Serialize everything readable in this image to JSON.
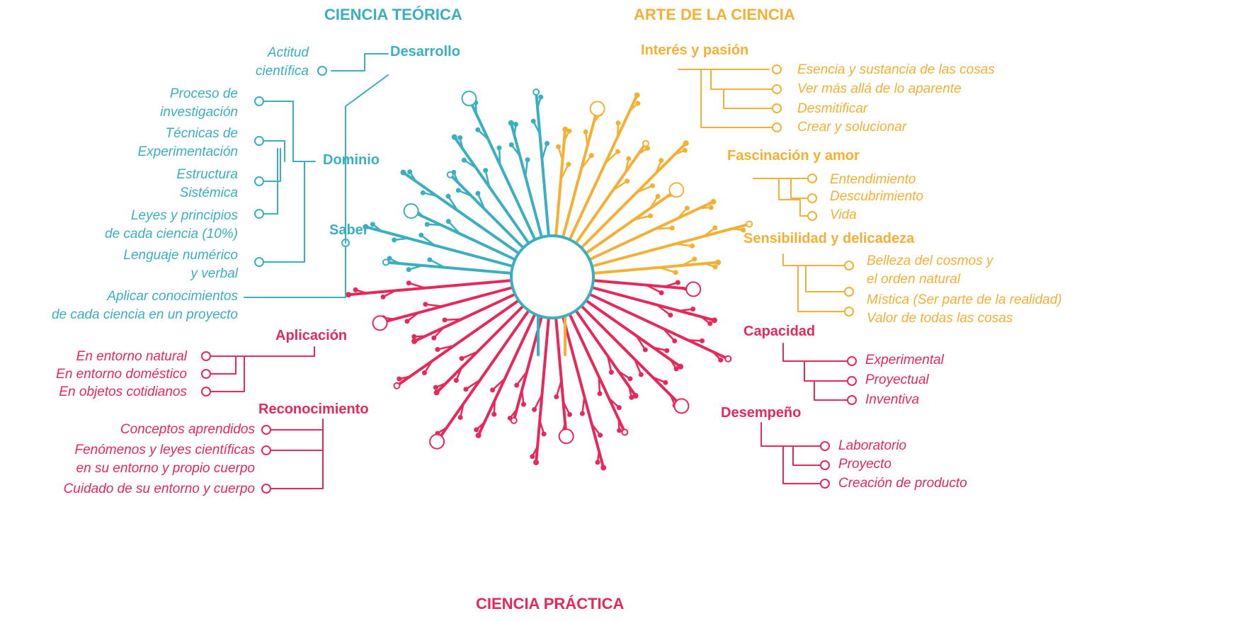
{
  "colors": {
    "teal": "#3aafbf",
    "orange": "#f3b035",
    "red": "#e6285a"
  },
  "titles": {
    "top_left": "CIENCIA TEÓRICA",
    "top_right": "ARTE DE LA CIENCIA",
    "bottom": "CIENCIA PRÁCTICA"
  },
  "teorica": {
    "categories": [
      "Desarrollo",
      "Dominio",
      "Saber"
    ],
    "items": [
      [
        "Actitud",
        "científica"
      ],
      [
        "Proceso de",
        "investigación"
      ],
      [
        "Técnicas de",
        "Experimentación"
      ],
      [
        "Estructura",
        "Sistémica"
      ],
      [
        "Leyes y principios",
        "de cada ciencia (10%)"
      ],
      [
        "Lenguaje numérico",
        "y verbal"
      ],
      [
        "Aplicar conocimientos",
        "de cada ciencia en un proyecto"
      ]
    ]
  },
  "arte": {
    "groups": [
      {
        "title": "Interés y pasión",
        "items": [
          [
            "Esencia y sustancia de las cosas"
          ],
          [
            "Ver más allá de lo aparente"
          ],
          [
            "Desmitificar"
          ],
          [
            "Crear y solucionar"
          ]
        ]
      },
      {
        "title": "Fascinación y amor",
        "items": [
          [
            "Entendimiento"
          ],
          [
            "Descubrimiento"
          ],
          [
            "Vida"
          ]
        ]
      },
      {
        "title": "Sensibilidad y delicadeza",
        "items": [
          [
            "Belleza del cosmos y",
            "el orden natural"
          ],
          [
            "Mística (Ser parte de la realidad)"
          ],
          [
            "Valor de todas las cosas"
          ]
        ]
      }
    ]
  },
  "practica_left": {
    "groups": [
      {
        "title": "Aplicación",
        "items": [
          [
            "En entorno natural"
          ],
          [
            "En entorno doméstico"
          ],
          [
            "En objetos cotidianos"
          ]
        ]
      },
      {
        "title": "Reconocimiento",
        "items": [
          [
            "Conceptos aprendidos"
          ],
          [
            "Fenómenos y leyes científicas",
            "en su entorno y propio cuerpo"
          ],
          [
            "Cuidado de su entorno y cuerpo"
          ]
        ]
      }
    ]
  },
  "practica_right": {
    "groups": [
      {
        "title": "Capacidad",
        "items": [
          [
            "Experimental"
          ],
          [
            "Proyectual"
          ],
          [
            "Inventiva"
          ]
        ]
      },
      {
        "title": "Desempeño",
        "items": [
          [
            "Laboratorio"
          ],
          [
            "Proyecto"
          ],
          [
            "Creación de producto"
          ]
        ]
      }
    ]
  }
}
